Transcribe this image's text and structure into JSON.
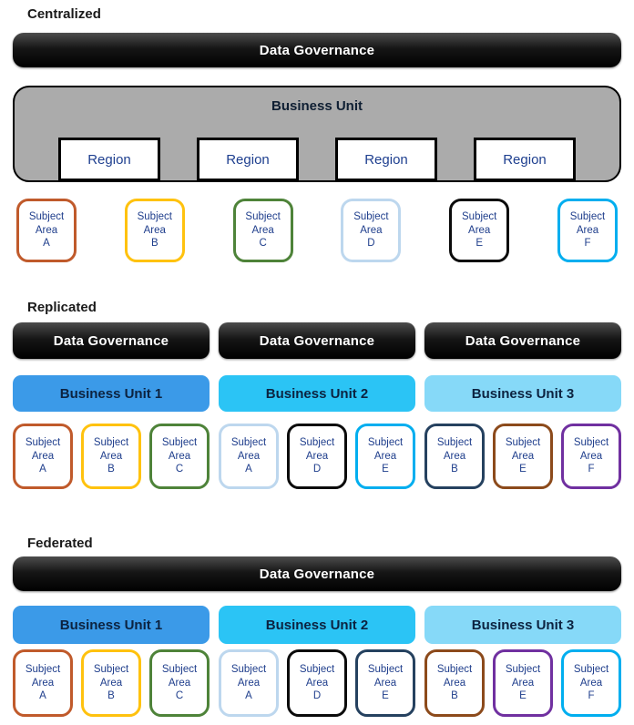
{
  "palette": {
    "governance_black": "#000000",
    "business_unit_gray": "#ABABAB",
    "bu1_fill": "#3B9AE8",
    "bu2_fill": "#2BC4F5",
    "bu3_fill": "#86D9F8",
    "border_orange": "#C05A2B",
    "border_yellow": "#FFC20E",
    "border_green": "#4E8339",
    "border_light_blue": "#BDD7EE",
    "border_black": "#0B0B0B",
    "border_cyan": "#00AEEF",
    "border_navy": "#25415F",
    "border_brown": "#8C4A1B",
    "border_purple": "#7030A0",
    "subject_text": "#1f3e8c"
  },
  "centralized": {
    "label": "Centralized",
    "governance_label": "Data Governance",
    "business_unit_label": "Business Unit",
    "regions": [
      {
        "label": "Region"
      },
      {
        "label": "Region"
      },
      {
        "label": "Region"
      },
      {
        "label": "Region"
      }
    ],
    "subjects": [
      {
        "word1": "Subject",
        "word2": "Area",
        "letter": "A",
        "border": "#C05A2B"
      },
      {
        "word1": "Subject",
        "word2": "Area",
        "letter": "B",
        "border": "#FFC20E"
      },
      {
        "word1": "Subject",
        "word2": "Area",
        "letter": "C",
        "border": "#4E8339"
      },
      {
        "word1": "Subject",
        "word2": "Area",
        "letter": "D",
        "border": "#BDD7EE"
      },
      {
        "word1": "Subject",
        "word2": "Area",
        "letter": "E",
        "border": "#0B0B0B"
      },
      {
        "word1": "Subject",
        "word2": "Area",
        "letter": "F",
        "border": "#00AEEF"
      }
    ]
  },
  "replicated": {
    "label": "Replicated",
    "governance_bars": [
      {
        "label": "Data Governance"
      },
      {
        "label": "Data Governance"
      },
      {
        "label": "Data Governance"
      }
    ],
    "business_units": [
      {
        "label": "Business Unit 1",
        "fill": "#3B9AE8"
      },
      {
        "label": "Business Unit 2",
        "fill": "#2BC4F5"
      },
      {
        "label": "Business Unit 3",
        "fill": "#86D9F8"
      }
    ],
    "subject_groups": [
      [
        {
          "word1": "Subject",
          "word2": "Area",
          "letter": "A",
          "border": "#C05A2B"
        },
        {
          "word1": "Subject",
          "word2": "Area",
          "letter": "B",
          "border": "#FFC20E"
        },
        {
          "word1": "Subject",
          "word2": "Area",
          "letter": "C",
          "border": "#4E8339"
        }
      ],
      [
        {
          "word1": "Subject",
          "word2": "Area",
          "letter": "A",
          "border": "#BDD7EE"
        },
        {
          "word1": "Subject",
          "word2": "Area",
          "letter": "D",
          "border": "#0B0B0B"
        },
        {
          "word1": "Subject",
          "word2": "Area",
          "letter": "E",
          "border": "#00AEEF"
        }
      ],
      [
        {
          "word1": "Subject",
          "word2": "Area",
          "letter": "B",
          "border": "#25415F"
        },
        {
          "word1": "Subject",
          "word2": "Area",
          "letter": "E",
          "border": "#8C4A1B"
        },
        {
          "word1": "Subject",
          "word2": "Area",
          "letter": "F",
          "border": "#7030A0"
        }
      ]
    ]
  },
  "federated": {
    "label": "Federated",
    "governance_label": "Data Governance",
    "business_units": [
      {
        "label": "Business Unit 1",
        "fill": "#3B9AE8"
      },
      {
        "label": "Business Unit 2",
        "fill": "#2BC4F5"
      },
      {
        "label": "Business Unit 3",
        "fill": "#86D9F8"
      }
    ],
    "subject_groups": [
      [
        {
          "word1": "Subject",
          "word2": "Area",
          "letter": "A",
          "border": "#C05A2B"
        },
        {
          "word1": "Subject",
          "word2": "Area",
          "letter": "B",
          "border": "#FFC20E"
        },
        {
          "word1": "Subject",
          "word2": "Area",
          "letter": "C",
          "border": "#4E8339"
        }
      ],
      [
        {
          "word1": "Subject",
          "word2": "Area",
          "letter": "A",
          "border": "#BDD7EE"
        },
        {
          "word1": "Subject",
          "word2": "Area",
          "letter": "D",
          "border": "#0B0B0B"
        },
        {
          "word1": "Subject",
          "word2": "Area",
          "letter": "E",
          "border": "#25415F"
        }
      ],
      [
        {
          "word1": "Subject",
          "word2": "Area",
          "letter": "B",
          "border": "#8C4A1B"
        },
        {
          "word1": "Subject",
          "word2": "Area",
          "letter": "E",
          "border": "#7030A0"
        },
        {
          "word1": "Subject",
          "word2": "Area",
          "letter": "F",
          "border": "#00AEEF"
        }
      ]
    ]
  }
}
